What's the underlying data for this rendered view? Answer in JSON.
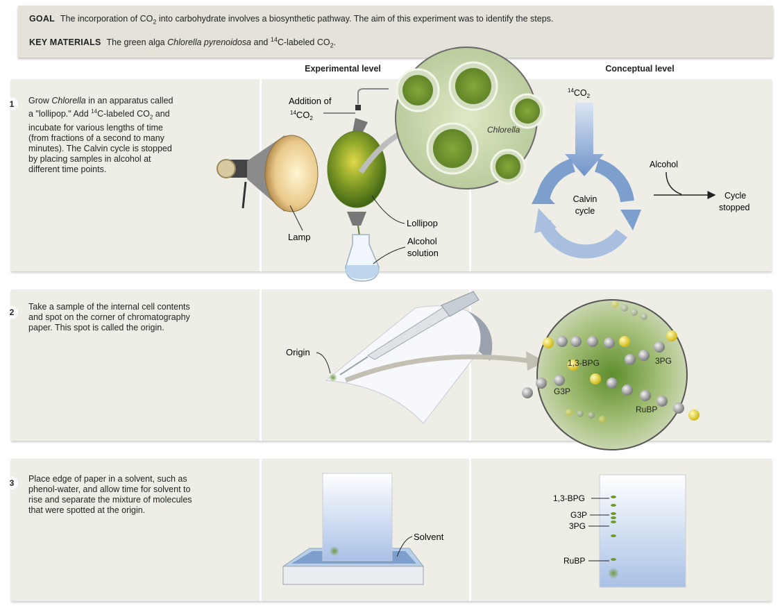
{
  "goal": {
    "label": "GOAL",
    "text_pre": "The incorporation of CO",
    "sub": "2",
    "text_post": " into carbohydrate involves a biosynthetic pathway. The aim of this experiment was to identify the steps."
  },
  "key_materials": {
    "label": "KEY MATERIALS",
    "text_pre": "The green alga ",
    "species": "Chlorella pyrenoidosa",
    "text_mid": " and ",
    "sup": "14",
    "text_post": "C-labeled CO",
    "sub": "2",
    "end": "."
  },
  "headers": {
    "experimental": "Experimental level",
    "conceptual": "Conceptual level"
  },
  "steps": [
    {
      "number": "1",
      "lines": [
        [
          "Grow ",
          "Chlorella",
          " in an apparatus called"
        ],
        [
          "a \"lollipop.\" Add ",
          "14",
          "C-labeled CO",
          "2",
          " and"
        ],
        [
          "incubate for various lengths of time"
        ],
        [
          "(from fractions of a second to many"
        ],
        [
          "minutes). The Calvin cycle is stopped"
        ],
        [
          "by placing samples in alcohol at"
        ],
        [
          "different time points."
        ]
      ]
    },
    {
      "number": "2",
      "lines": [
        [
          "Take a sample of the internal cell contents"
        ],
        [
          "and spot on the corner of chromatography"
        ],
        [
          "paper. This spot is called the origin."
        ]
      ]
    },
    {
      "number": "3",
      "lines": [
        [
          "Place edge of paper in a solvent, such as"
        ],
        [
          "phenol-water, and allow time for solvent to"
        ],
        [
          "rise and separate the mixture of molecules"
        ],
        [
          "that were spotted at the origin."
        ]
      ]
    }
  ],
  "step1_labels": {
    "addition_of": "Addition of",
    "co2_sup": "14",
    "co2": "CO",
    "co2_sub": "2",
    "chlorella": "Chlorella",
    "lamp": "Lamp",
    "lollipop": "Lollipop",
    "alcohol_solution_1": "Alcohol",
    "alcohol_solution_2": "solution",
    "concept_co2_sup": "14",
    "concept_co2": "CO",
    "concept_co2_sub": "2",
    "calvin_1": "Calvin",
    "calvin_2": "cycle",
    "alcohol": "Alcohol",
    "cycle_stopped_1": "Cycle",
    "cycle_stopped_2": "stopped"
  },
  "step2_labels": {
    "origin": "Origin",
    "bpg": "1,3-BPG",
    "pg3": "3PG",
    "g3p": "G3P",
    "rubp": "RuBP"
  },
  "step3_labels": {
    "solvent": "Solvent",
    "bpg": "1,3-BPG",
    "g3p": "G3P",
    "pg3": "3PG",
    "rubp": "RuBP"
  },
  "colors": {
    "panel": "#efeee6",
    "goal_box": "#e4e2d9",
    "arrow_blue": "#7d9fce",
    "alga_green": "#7f9a2d",
    "carbon_grey": "#9a9a9a",
    "phosphate_yellow": "#e3d12d",
    "paper_blue": "#a9c1e6"
  }
}
